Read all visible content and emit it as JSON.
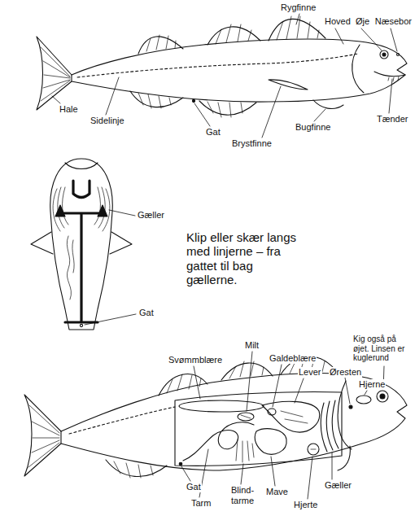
{
  "diagram": {
    "labels": [
      "Rygfinne",
      "Hoved",
      "Øje",
      "Næsebor",
      "Hale",
      "Sidelinje",
      "Tænder",
      "Gat",
      "Brystfinne",
      "Bugfinne",
      "Gæller",
      "Klip eller skær langs med linjerne – fra gattet til bag gællerne.",
      "Gat",
      "Kig også på øjet. Linsen er kuglerund",
      "Svømmblære",
      "Milt",
      "Galdeblære",
      "Lever",
      "Øresten",
      "Hjerne",
      "Gat",
      "Tarm",
      "Blind- tarme",
      "Mave",
      "Hjerte",
      "Gæller"
    ]
  }
}
